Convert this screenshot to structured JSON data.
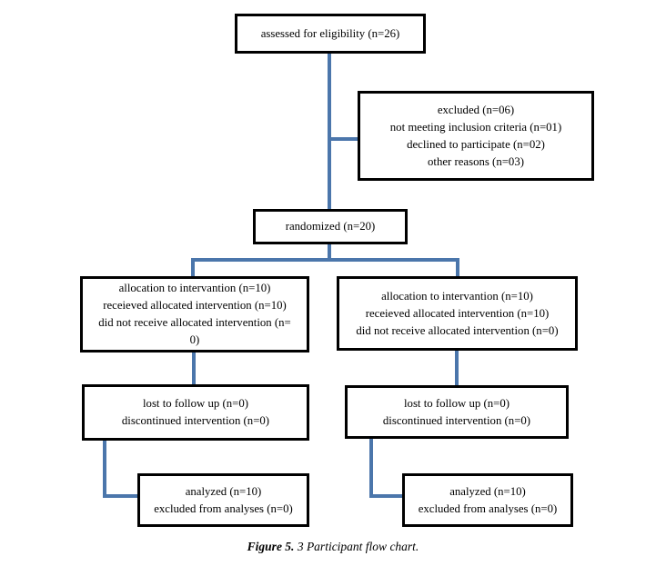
{
  "colors": {
    "connector": "#4b76ab",
    "box_border": "#000000",
    "text": "#000000",
    "background": "#ffffff"
  },
  "boxes": {
    "assessed": {
      "lines": [
        "assessed for eligibility (n=26)"
      ]
    },
    "excluded": {
      "lines": [
        "excluded (n=06)",
        "not meeting inclusion criteria (n=01)",
        "declined to participate (n=02)",
        "other reasons (n=03)"
      ]
    },
    "randomized": {
      "lines": [
        "randomized (n=20)"
      ]
    },
    "allocation_left": {
      "lines": [
        "allocation to intervantion (n=10)",
        "receieved allocated intervention (n=10)",
        "did not receive allocated intervention (n=",
        "0)"
      ]
    },
    "allocation_right": {
      "lines": [
        "allocation to intervantion (n=10)",
        "receieved allocated intervention (n=10)",
        "did not receive allocated intervention (n=0)"
      ]
    },
    "followup_left": {
      "lines": [
        "lost to follow up (n=0)",
        "discontinued intervention (n=0)"
      ]
    },
    "followup_right": {
      "lines": [
        "lost to follow up (n=0)",
        "discontinued intervention (n=0)"
      ]
    },
    "analyzed_left": {
      "lines": [
        "analyzed (n=10)",
        "excluded from analyses (n=0)"
      ]
    },
    "analyzed_right": {
      "lines": [
        "analyzed (n=10)",
        "excluded from analyses (n=0)"
      ]
    }
  },
  "caption": {
    "prefix": "Figure 5.",
    "text": "3 Participant flow chart."
  }
}
